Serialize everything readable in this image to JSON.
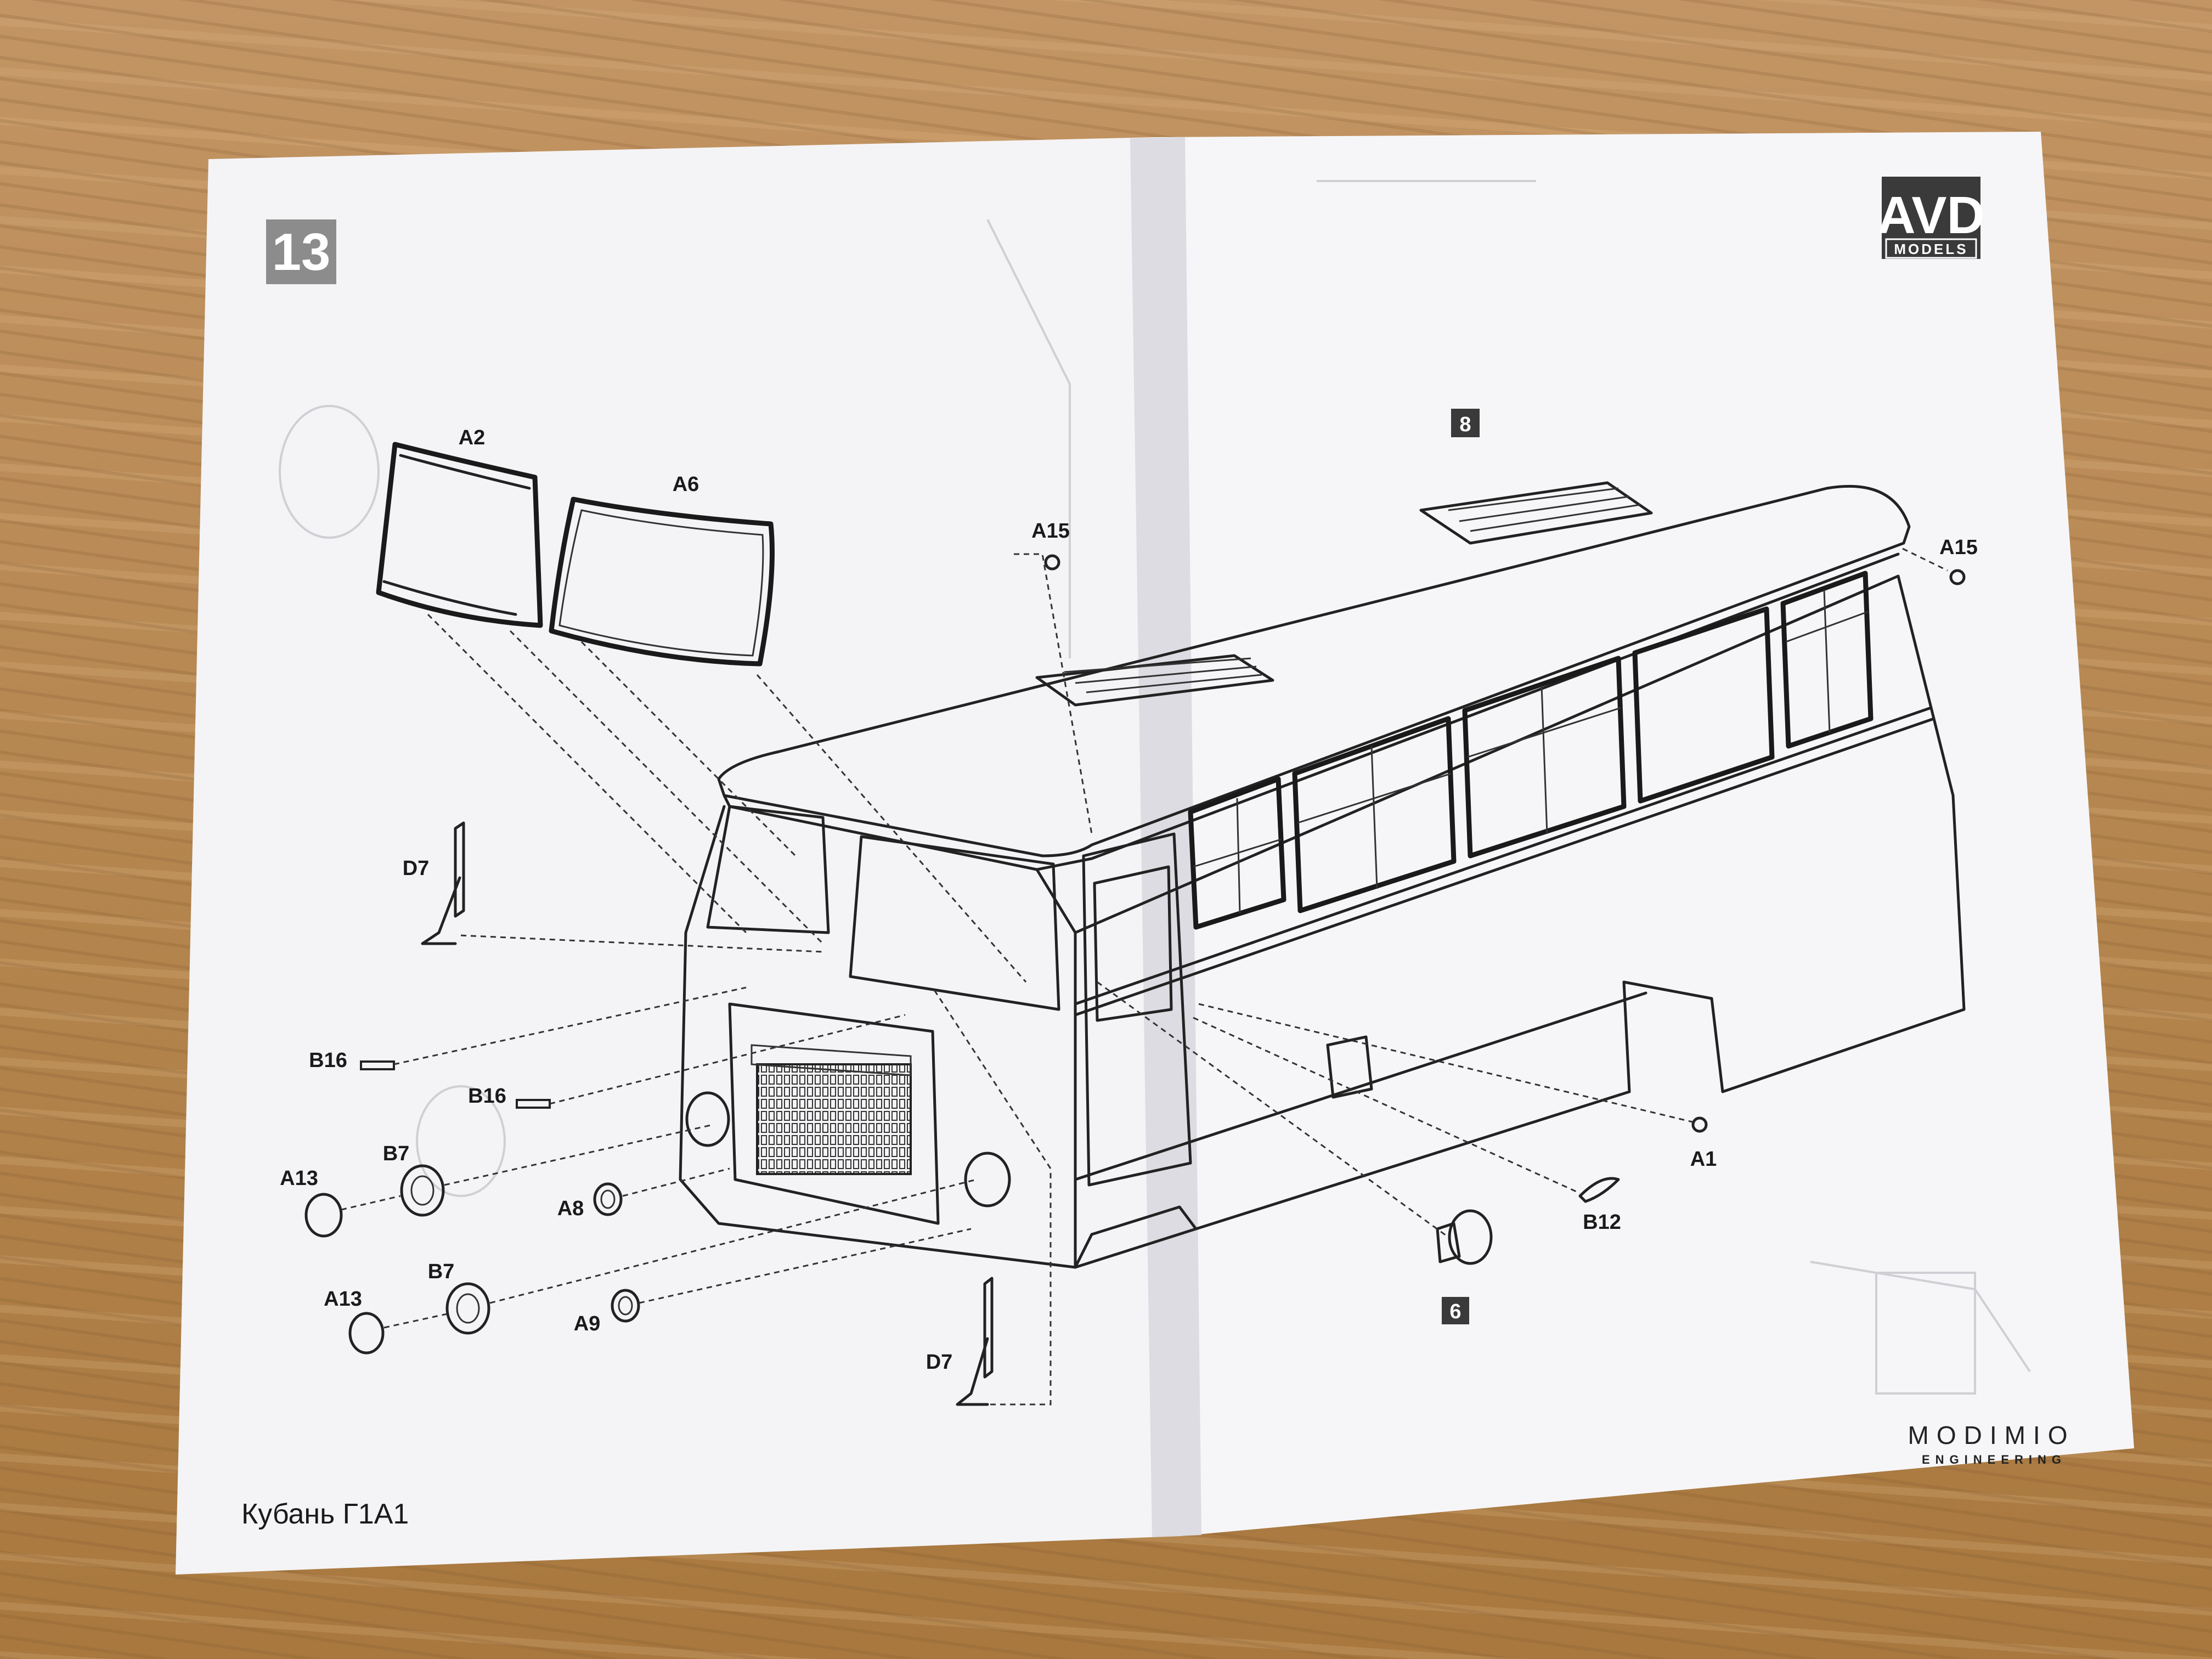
{
  "left_page": {
    "step_number": "13",
    "footer_title": "Кубань Г1А1"
  },
  "right_page": {
    "brand_logo_main": "AVD",
    "brand_logo_sub": "MODELS",
    "maker_logo_main": "MODIMIO",
    "maker_logo_sub": "ENGINEERING"
  },
  "callouts": {
    "a2": "A2",
    "a6": "A6",
    "a15_left": "A15",
    "a15_right": "A15",
    "d7_top": "D7",
    "d7_bottom": "D7",
    "b16_left": "B16",
    "b16_right": "B16",
    "a13_top": "A13",
    "a13_bottom": "A13",
    "b7_top": "B7",
    "b7_bottom": "B7",
    "a8": "A8",
    "a9": "A9",
    "a1": "A1",
    "b12": "B12",
    "ref_8": "8",
    "ref_6": "6"
  },
  "colors": {
    "paper": "#f3f3f5",
    "ink": "#222222",
    "step_badge": "#8c8c8c",
    "logo_badge": "#3a3a3a",
    "table_wood": "#b88a55"
  }
}
